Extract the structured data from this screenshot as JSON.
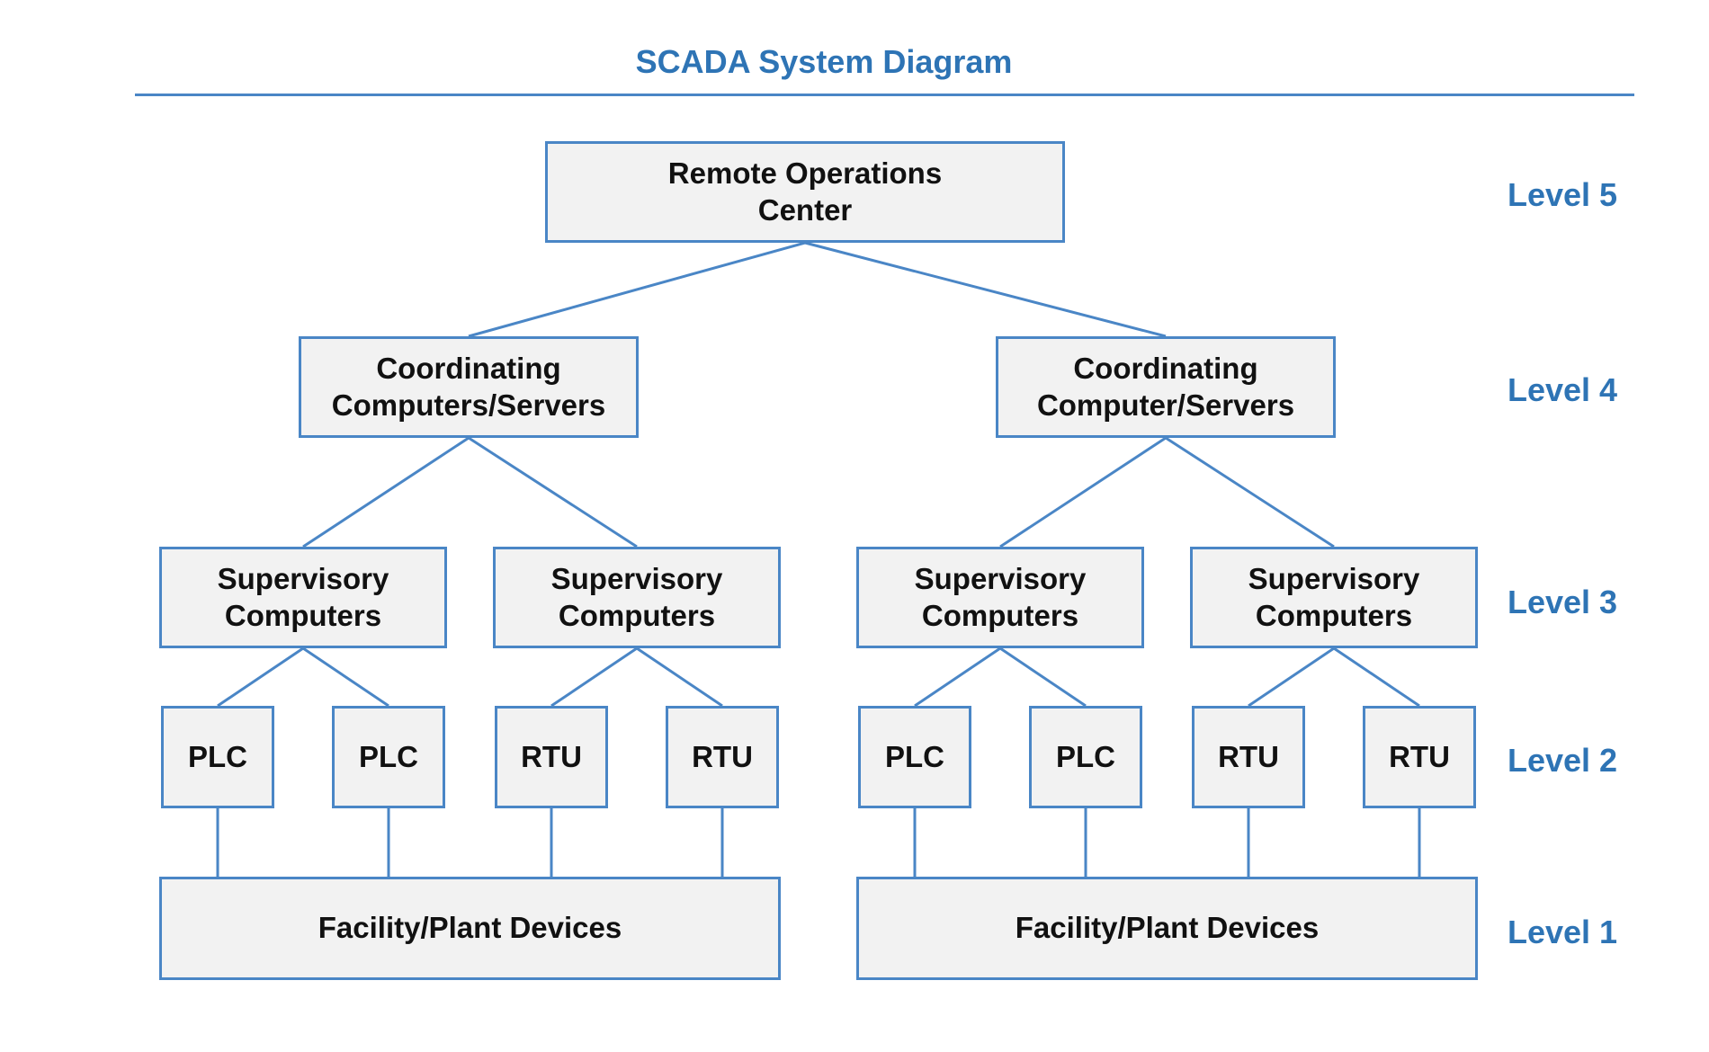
{
  "title": "SCADA System Diagram",
  "colors": {
    "accent_blue": "#2e74b5",
    "line_blue": "#4a86c6",
    "box_fill": "#f2f2f2",
    "box_text": "#111111",
    "background": "#ffffff"
  },
  "levels": [
    {
      "label": "Level 5"
    },
    {
      "label": "Level 4"
    },
    {
      "label": "Level 3"
    },
    {
      "label": "Level 2"
    },
    {
      "label": "Level 1"
    }
  ],
  "nodes": {
    "remote_operations": {
      "label": "Remote Operations\nCenter"
    },
    "coordinating_left": {
      "label": "Coordinating\nComputers/Servers"
    },
    "coordinating_right": {
      "label": "Coordinating\nComputer/Servers"
    },
    "supervisory_1": {
      "label": "Supervisory\nComputers"
    },
    "supervisory_2": {
      "label": "Supervisory\nComputers"
    },
    "supervisory_3": {
      "label": "Supervisory\nComputers"
    },
    "supervisory_4": {
      "label": "Supervisory\nComputers"
    },
    "plc_1": {
      "label": "PLC"
    },
    "plc_2": {
      "label": "PLC"
    },
    "plc_3": {
      "label": "PLC"
    },
    "plc_4": {
      "label": "PLC"
    },
    "rtu_1": {
      "label": "RTU"
    },
    "rtu_2": {
      "label": "RTU"
    },
    "rtu_3": {
      "label": "RTU"
    },
    "rtu_4": {
      "label": "RTU"
    },
    "facility_left": {
      "label": "Facility/Plant Devices"
    },
    "facility_right": {
      "label": "Facility/Plant Devices"
    }
  }
}
